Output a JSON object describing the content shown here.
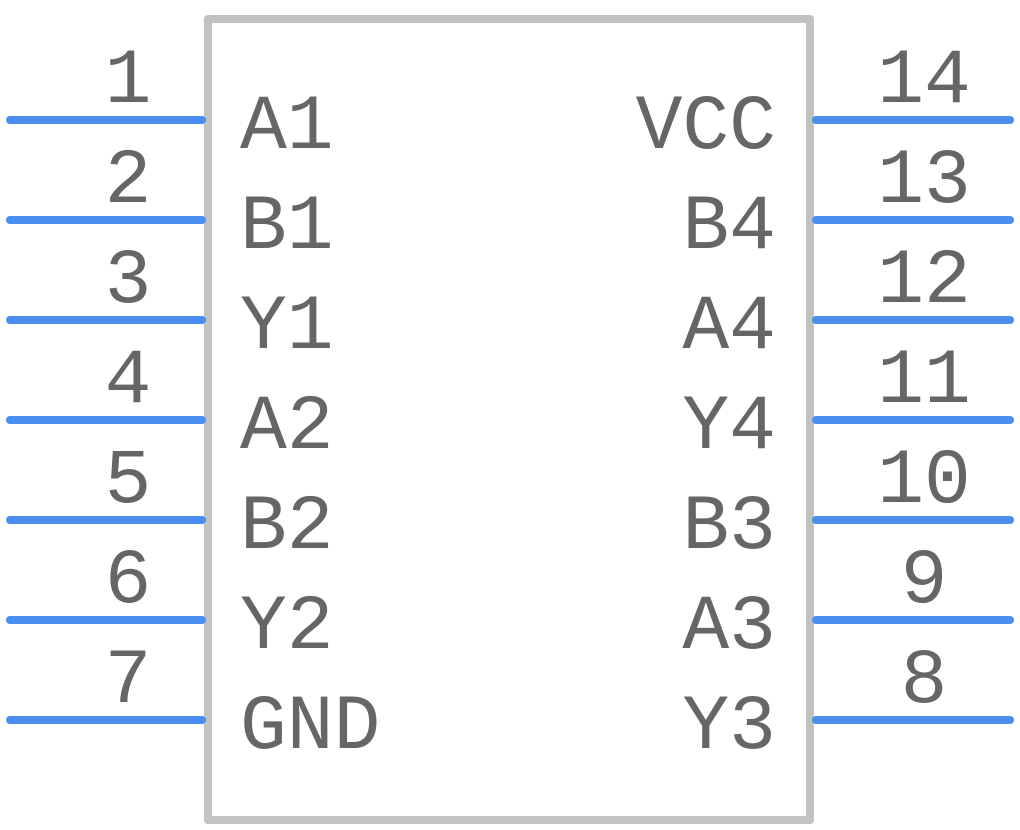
{
  "component": {
    "body_outline_color": "#c2c2c2",
    "pin_color": "#4a8ef0",
    "text_color": "#666666",
    "pins": [
      {
        "number": "1",
        "label": "A1",
        "side": "left"
      },
      {
        "number": "2",
        "label": "B1",
        "side": "left"
      },
      {
        "number": "3",
        "label": "Y1",
        "side": "left"
      },
      {
        "number": "4",
        "label": "A2",
        "side": "left"
      },
      {
        "number": "5",
        "label": "B2",
        "side": "left"
      },
      {
        "number": "6",
        "label": "Y2",
        "side": "left"
      },
      {
        "number": "7",
        "label": "GND",
        "side": "left"
      },
      {
        "number": "14",
        "label": "VCC",
        "side": "right"
      },
      {
        "number": "13",
        "label": "B4",
        "side": "right"
      },
      {
        "number": "12",
        "label": "A4",
        "side": "right"
      },
      {
        "number": "11",
        "label": "Y4",
        "side": "right"
      },
      {
        "number": "10",
        "label": "B3",
        "side": "right"
      },
      {
        "number": "9",
        "label": "A3",
        "side": "right"
      },
      {
        "number": "8",
        "label": "Y3",
        "side": "right"
      }
    ]
  }
}
